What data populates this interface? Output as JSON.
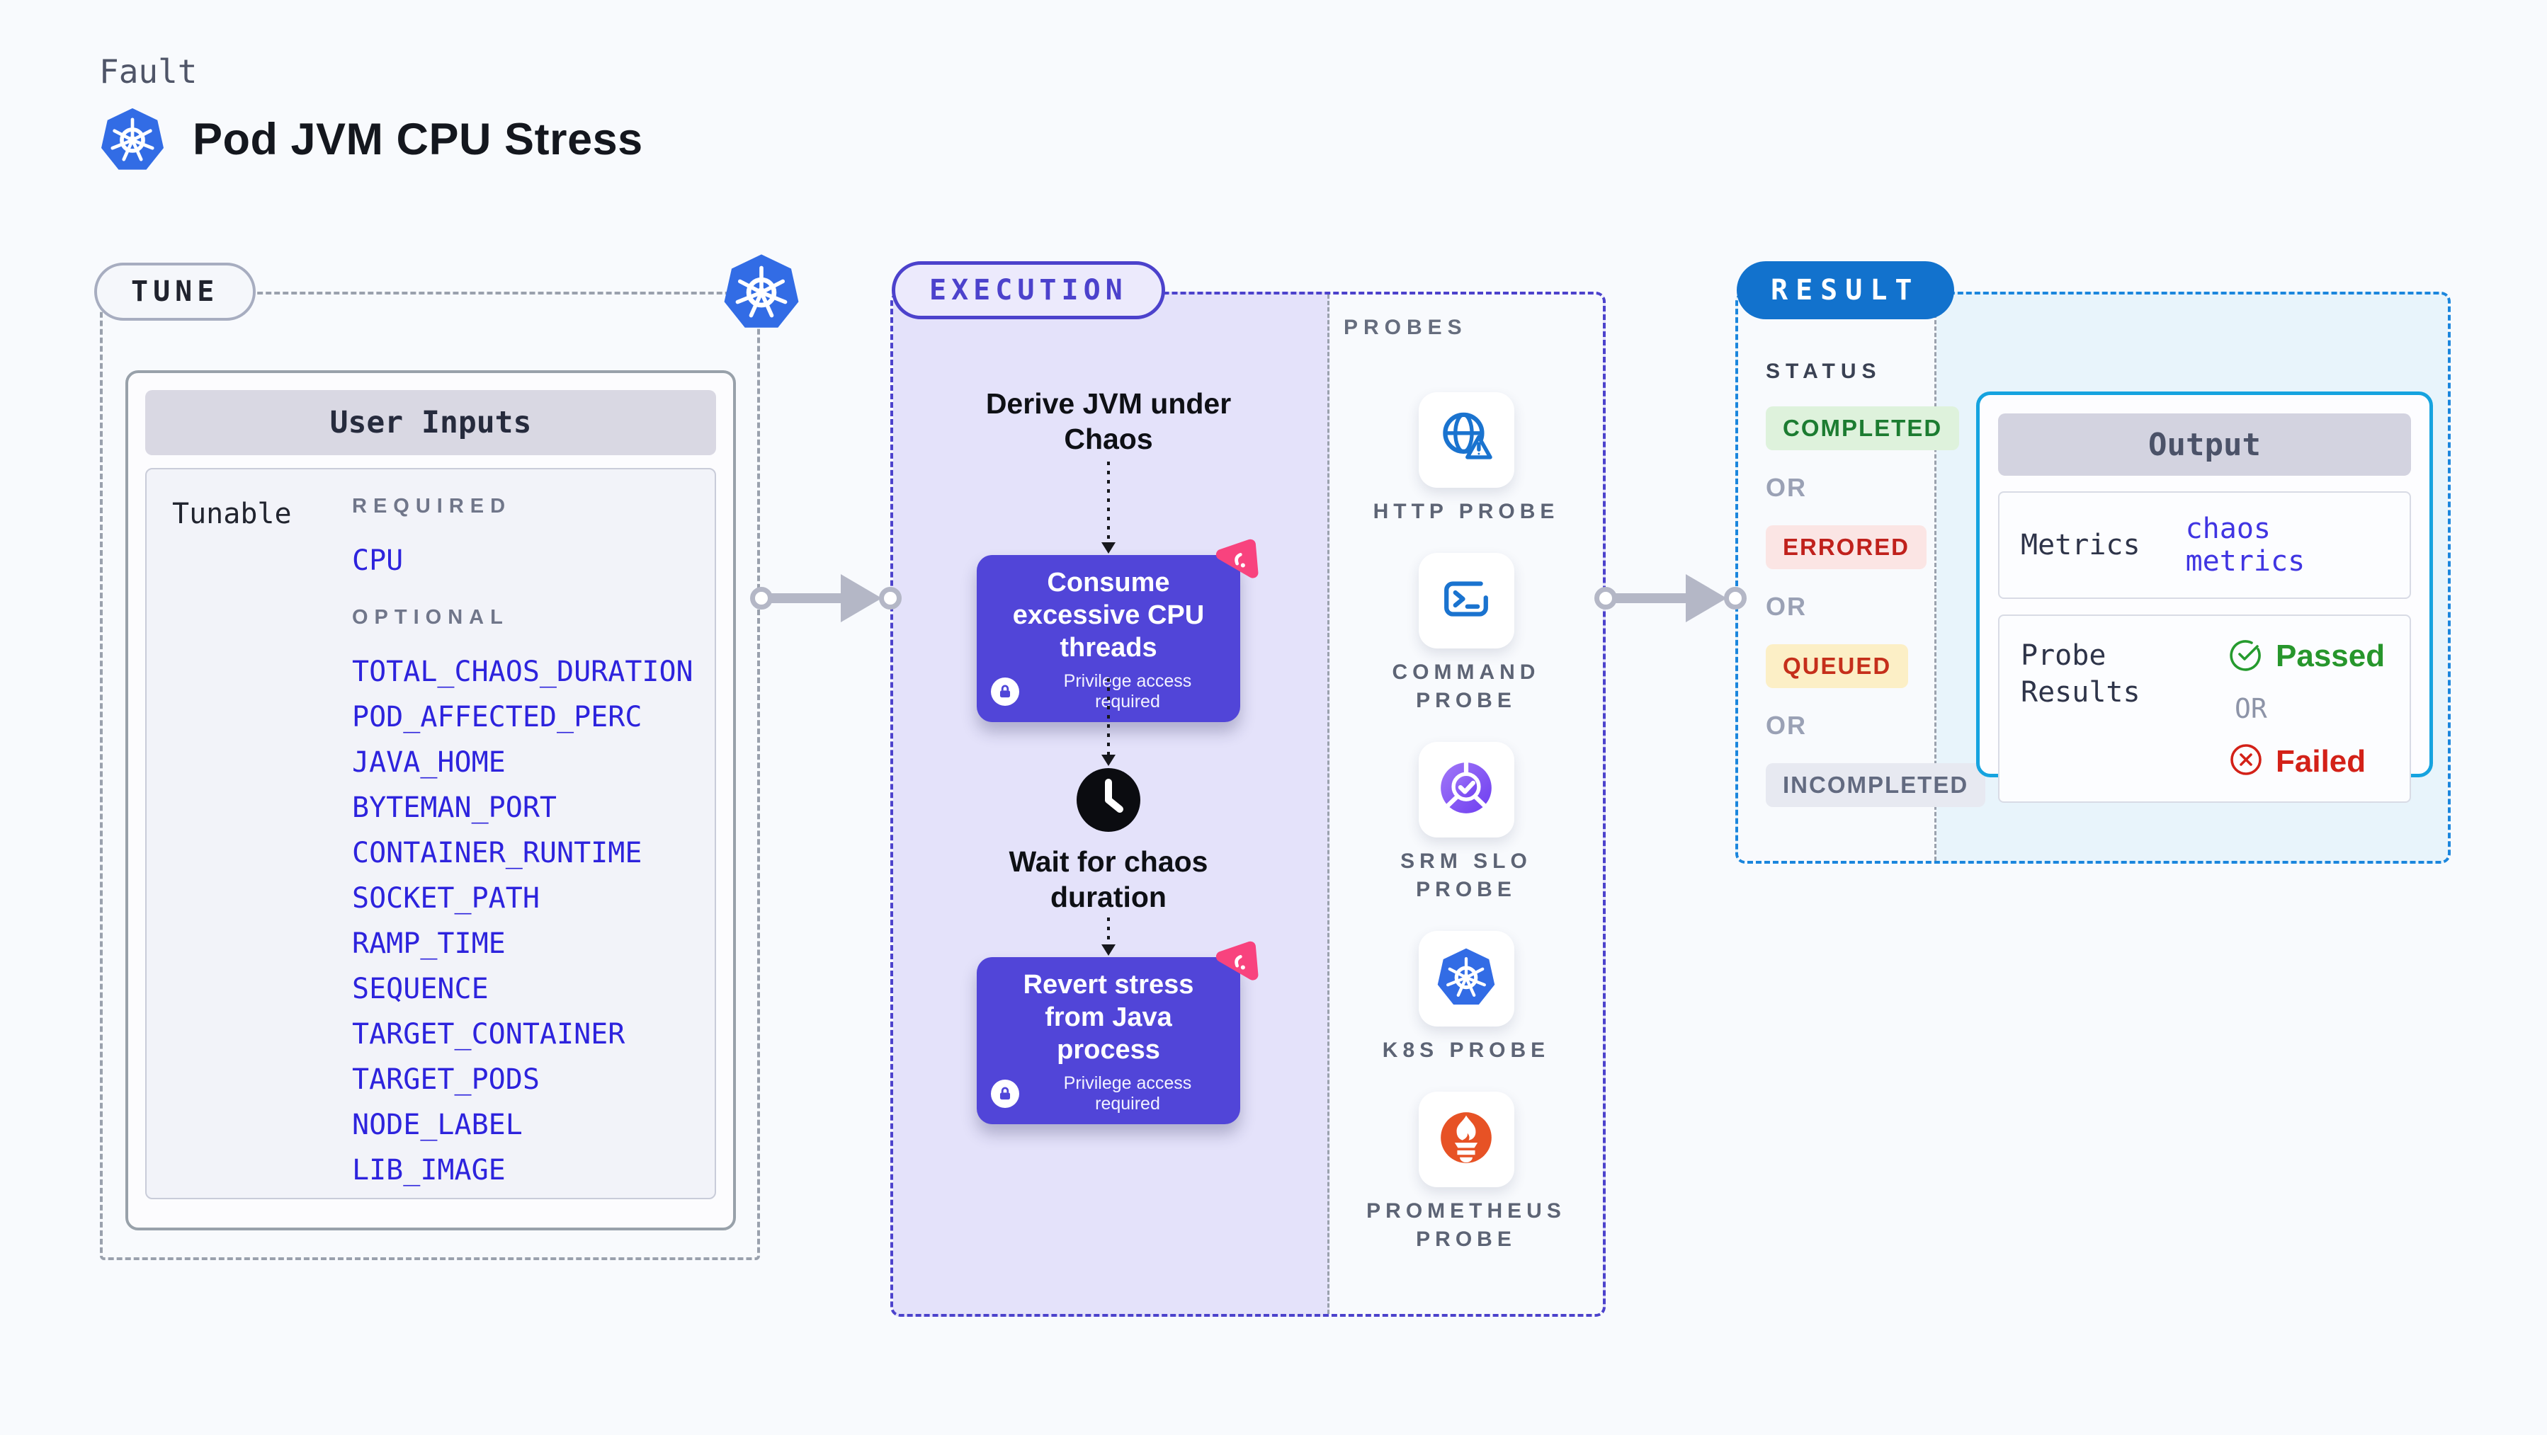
{
  "header": {
    "eyebrow": "Fault",
    "title": "Pod JVM CPU Stress"
  },
  "tune": {
    "badge": "TUNE",
    "card_title": "User Inputs",
    "row_label": "Tunable",
    "groups": [
      {
        "label": "REQUIRED",
        "items": [
          "CPU"
        ]
      },
      {
        "label": "OPTIONAL",
        "items": [
          "TOTAL_CHAOS_DURATION",
          "POD_AFFECTED_PERC",
          "JAVA_HOME",
          "BYTEMAN_PORT",
          "CONTAINER_RUNTIME",
          "SOCKET_PATH",
          "RAMP_TIME",
          "SEQUENCE",
          "TARGET_CONTAINER",
          "TARGET_PODS",
          "NODE_LABEL",
          "LIB_IMAGE"
        ]
      }
    ]
  },
  "execution": {
    "badge": "EXECUTION",
    "steps": {
      "derive": "Derive JVM under Chaos",
      "consume": "Consume excessive CPU threads",
      "wait": "Wait for chaos duration",
      "revert": "Revert stress from Java process"
    },
    "privilege_note": "Privilege access required"
  },
  "probes": {
    "label": "PROBES",
    "items": [
      {
        "name": "HTTP PROBE",
        "icon": "globe-alert-icon"
      },
      {
        "name": "COMMAND PROBE",
        "icon": "terminal-icon"
      },
      {
        "name": "SRM SLO PROBE",
        "icon": "slo-donut-check-icon"
      },
      {
        "name": "K8S PROBE",
        "icon": "kubernetes-icon"
      },
      {
        "name": "PROMETHEUS PROBE",
        "icon": "prometheus-flame-icon"
      }
    ]
  },
  "result": {
    "badge": "RESULT",
    "status_label": "STATUS",
    "or_label": "OR",
    "statuses": [
      {
        "label": "COMPLETED",
        "bg": "#def2dc",
        "fg": "#1c7c31"
      },
      {
        "label": "ERRORED",
        "bg": "#fbe5e4",
        "fg": "#c0211c"
      },
      {
        "label": "QUEUED",
        "bg": "#fcefc6",
        "fg": "#c52f1b"
      },
      {
        "label": "INCOMPLETED",
        "bg": "#e7e9f1",
        "fg": "#626a80"
      }
    ],
    "output": {
      "title": "Output",
      "metrics_label": "Metrics",
      "metrics_value": "chaos metrics",
      "probe_results_label": "Probe Results",
      "passed": "Passed",
      "failed": "Failed",
      "or_label": "OR"
    }
  },
  "colors": {
    "page_bg": "#f8fafd",
    "execution_accent": "#4c42cc",
    "execution_panel": "#e4e2fa",
    "chaos_node_fill": "#5145d8",
    "env_link_blue": "#2d23dd",
    "result_badge_blue": "#1272cd",
    "result_border_blue": "#1b86dd",
    "output_border_cyan": "#16a3df",
    "result_panel_blue": "#e8f4fb",
    "kubernetes_blue": "#326ce5",
    "probe_icon_blue": "#1a73cf",
    "prometheus_orange": "#e75225",
    "litmus_pink": "#f8437e",
    "passed_green": "#27962c",
    "failed_red": "#d32118"
  }
}
